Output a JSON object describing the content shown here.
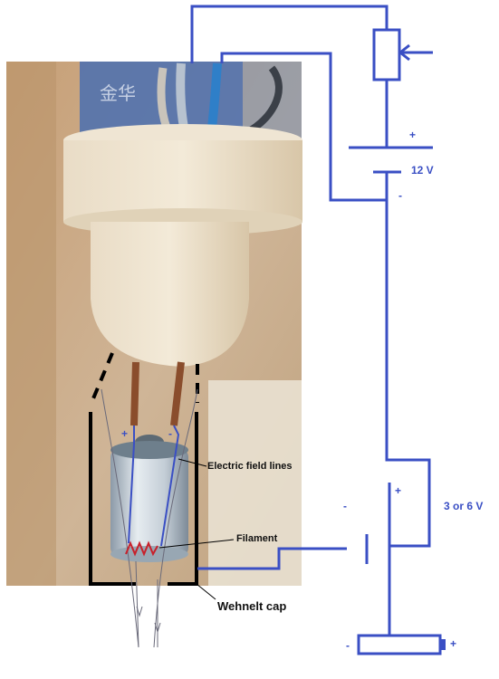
{
  "colors": {
    "wire": "#3a4fc4",
    "filament": "#c8202a",
    "cap": "#000000",
    "photo_bg": "#c9a986"
  },
  "labels": {
    "plus_top": "+",
    "v12": "12 V",
    "minus_12": "-",
    "plus_tube": "+",
    "minus_tube": "-",
    "field_lines": "Electric field lines",
    "filament": "Filament",
    "wehnelt": "Wehnelt cap",
    "minus_left": "-",
    "plus_right": "+",
    "v36": "3 or 6 V",
    "minus_bottom": "-",
    "plus_bottom": "+"
  },
  "photo": {
    "logo_text": "金华"
  }
}
